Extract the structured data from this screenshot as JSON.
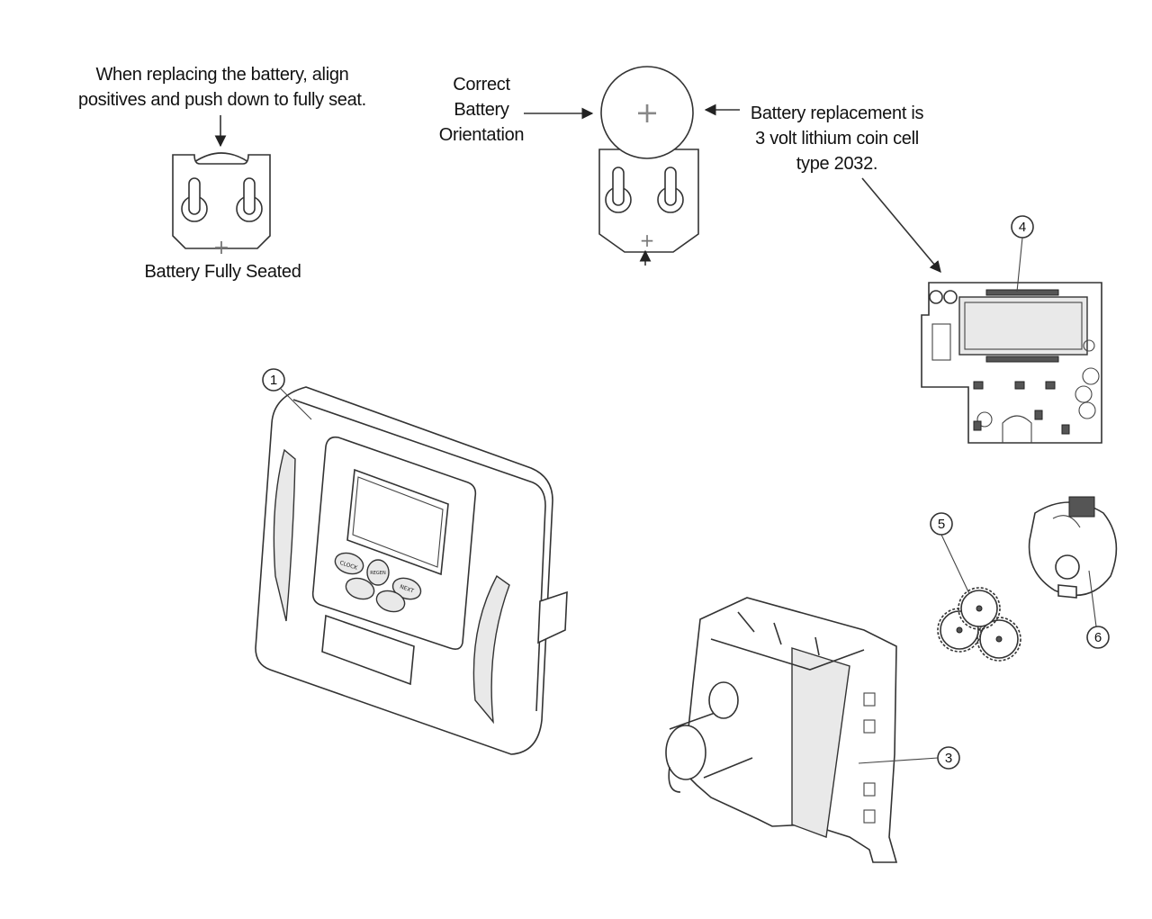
{
  "notes": {
    "align_line1": "When replacing the battery, align",
    "align_line2": "positives and push down to fully seat.",
    "fully_seated": "Battery Fully Seated",
    "orientation_line1": "Correct",
    "orientation_line2": "Battery",
    "orientation_line3": "Orientation",
    "replacement_line1": "Battery replacement is",
    "replacement_line2": "3 volt lithium coin cell",
    "replacement_line3": "type 2032."
  },
  "symbols": {
    "plus": "+"
  },
  "callouts": [
    "1",
    "3",
    "4",
    "5",
    "6"
  ],
  "buttons": {
    "clock": "CLOCK",
    "next": "NEXT",
    "regen": "REGEN"
  }
}
